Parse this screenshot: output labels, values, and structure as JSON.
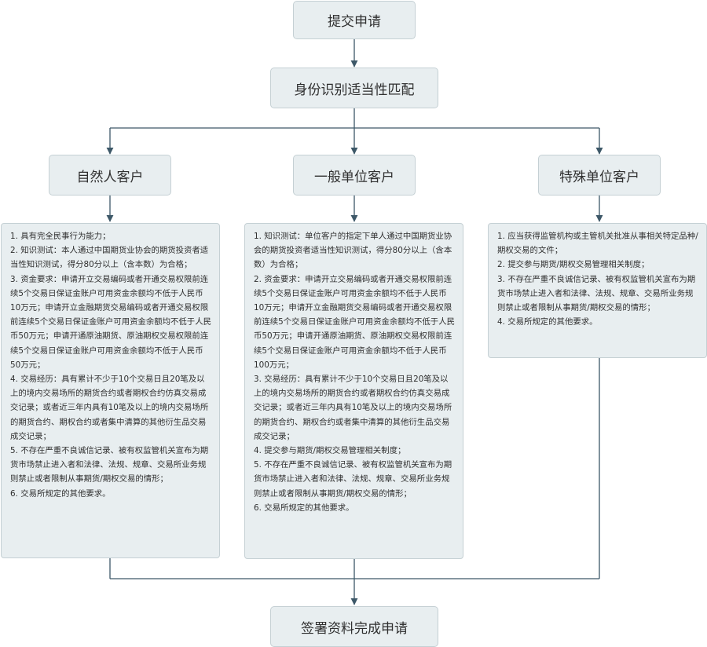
{
  "flowchart": {
    "start": "提交申请",
    "identify": "身份识别适当性匹配",
    "branches": [
      {
        "title": "自然人客户",
        "items": [
          "1. 具有完全民事行为能力；",
          "2.  知识测试：本人通过中国期货业协会的期货投资者适当性知识测试，得分80分以上（含本数）为合格；",
          "3.  资金要求：申请开立交易编码或者开通交易权限前连续5个交易日保证金账户可用资金余额均不低于人民币10万元；申请开立金融期货交易编码或者开通交易权限前连续5个交易日保证金账户可用资金余额均不低于人民币50万元；申请开通原油期货、原油期权交易权限前连续5个交易日保证金账户可用资金余额均不低于人民币50万元；",
          "4. 交易经历：具有累计不少于10个交易日且20笔及以上的境内交易场所的期货合约或者期权合约仿真交易成交记录；或者近三年内具有10笔及以上的境内交易场所的期货合约、期权合约或者集中清算的其他衍生品交易成交记录；",
          "5.  不存在严重不良诚信记录、被有权监管机关宣布为期货市场禁止进入者和法律、法规、规章、交易所业务规则禁止或者限制从事期货/期权交易的情形；",
          "6. 交易所规定的其他要求。"
        ]
      },
      {
        "title": "一般单位客户",
        "items": [
          "1.  知识测试：单位客户的指定下单人通过中国期货业协会的期货投资者适当性知识测试，得分80分以上（含本数）为合格；",
          "2.  资金要求：申请开立交易编码或者开通交易权限前连续5个交易日保证金账户可用资金余额均不低于人民币10万元；申请开立金融期货交易编码或者开通交易权限前连续5个交易日保证金账户可用资金余额均不低于人民币50万元；申请开通原油期货、原油期权交易权限前连续5个交易日保证金账户可用资金余额均不低于人民币100万元；",
          "3.  交易经历：具有累计不少于10个交易日且20笔及以上的境内交易场所的期货合约或者期权合约仿真交易成交记录；或者近三年内具有10笔及以上的境内交易场所的期货合约、期权合约或者集中清算的其他衍生品交易成交记录；",
          "4. 提交参与期货/期权交易管理相关制度；",
          "5.  不存在严重不良诚信记录、被有权监管机关宣布为期货市场禁止进入者和法律、法规、规章、交易所业务规则禁止或者限制从事期货/期权交易的情形；",
          "6. 交易所规定的其他要求。"
        ]
      },
      {
        "title": "特殊单位客户",
        "items": [
          "1.  应当获得监管机构或主管机关批准从事相关特定品种/期权交易的文件；",
          "2. 提交参与期货/期权交易管理相关制度；",
          "3.  不存在严重不良诚信记录、被有权监管机关宣布为期货市场禁止进入者和法律、法规、规章、交易所业务规则禁止或者限制从事期货/期权交易的情形；",
          "4. 交易所规定的其他要求。"
        ]
      }
    ],
    "end": "签署资料完成申请"
  },
  "colors": {
    "node_fill": "#e8eef0",
    "node_border": "#c5d0d4",
    "connector": "#3d5868"
  }
}
